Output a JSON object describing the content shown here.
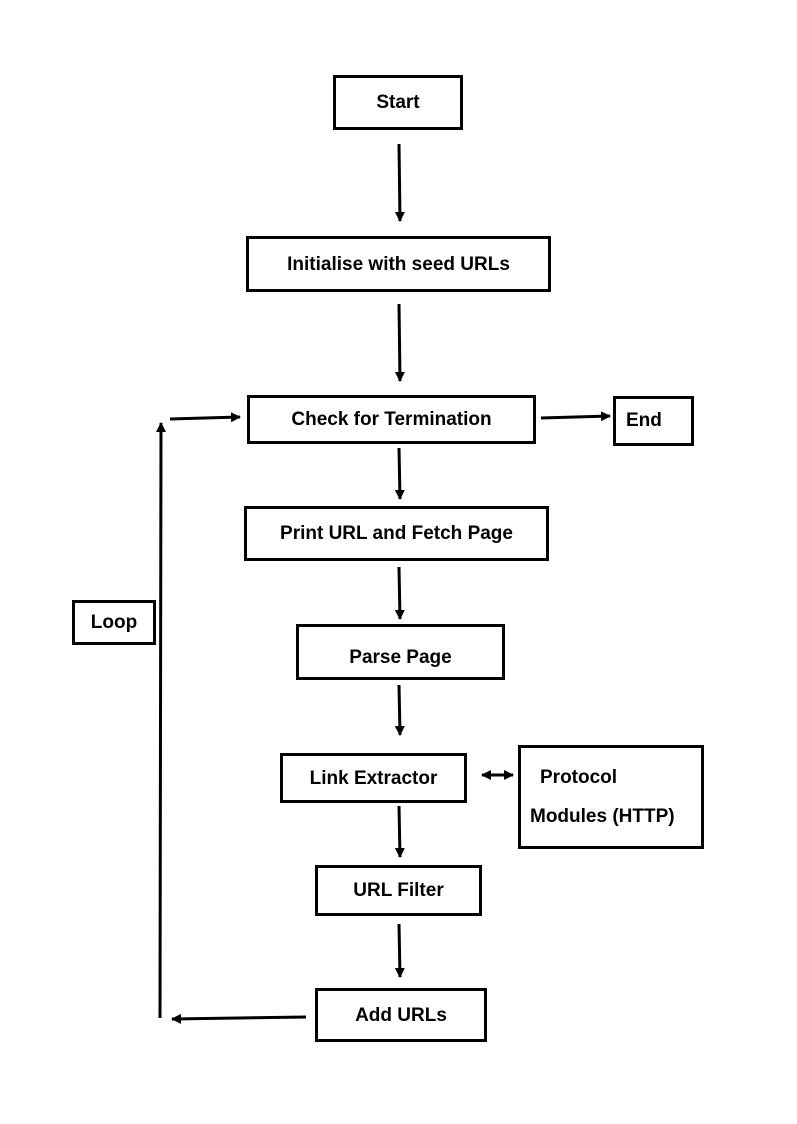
{
  "nodes": {
    "start": "Start",
    "initialise": "Initialise with seed URLs",
    "check_termination": "Check for Termination",
    "end": "End",
    "print_fetch": "Print URL and Fetch Page",
    "parse_page": "Parse Page",
    "link_extractor": "Link Extractor",
    "protocol_line1": "Protocol",
    "protocol_line2": "Modules (HTTP)",
    "url_filter": "URL Filter",
    "add_urls": "Add URLs",
    "loop": "Loop"
  },
  "colors": {
    "stroke": "#000000",
    "background": "#ffffff"
  }
}
